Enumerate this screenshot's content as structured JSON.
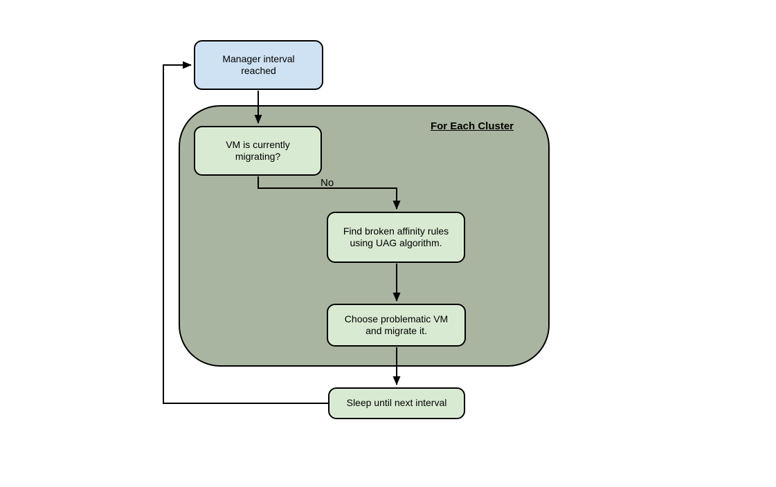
{
  "canvas": {
    "background_color": "#ffffff",
    "line_color": "#000000",
    "text_color": "#000000"
  },
  "diagram": {
    "container": {
      "label": "For Each Cluster",
      "fill": "#a9b5a0",
      "border_color": "#000000"
    },
    "nodes": {
      "start": {
        "label": "Manager interval reached",
        "fill": "#cfe2f3"
      },
      "check_migrating": {
        "label": "VM is currently migrating?",
        "fill": "#d9ead3"
      },
      "find_rules": {
        "label": "Find broken affinity rules using UAG algorithm.",
        "fill": "#d9ead3"
      },
      "choose_vm": {
        "label": "Choose problematic VM and migrate it.",
        "fill": "#d9ead3"
      },
      "sleep": {
        "label": "Sleep until next interval",
        "fill": "#d9ead3"
      }
    },
    "edges": [
      {
        "from": "start",
        "to": "check_migrating",
        "label": ""
      },
      {
        "from": "check_migrating",
        "to": "find_rules",
        "label": "No"
      },
      {
        "from": "find_rules",
        "to": "choose_vm",
        "label": ""
      },
      {
        "from": "choose_vm",
        "to": "sleep",
        "label": ""
      },
      {
        "from": "sleep",
        "to": "start",
        "label": ""
      }
    ],
    "edge_labels": {
      "no": "No"
    }
  }
}
